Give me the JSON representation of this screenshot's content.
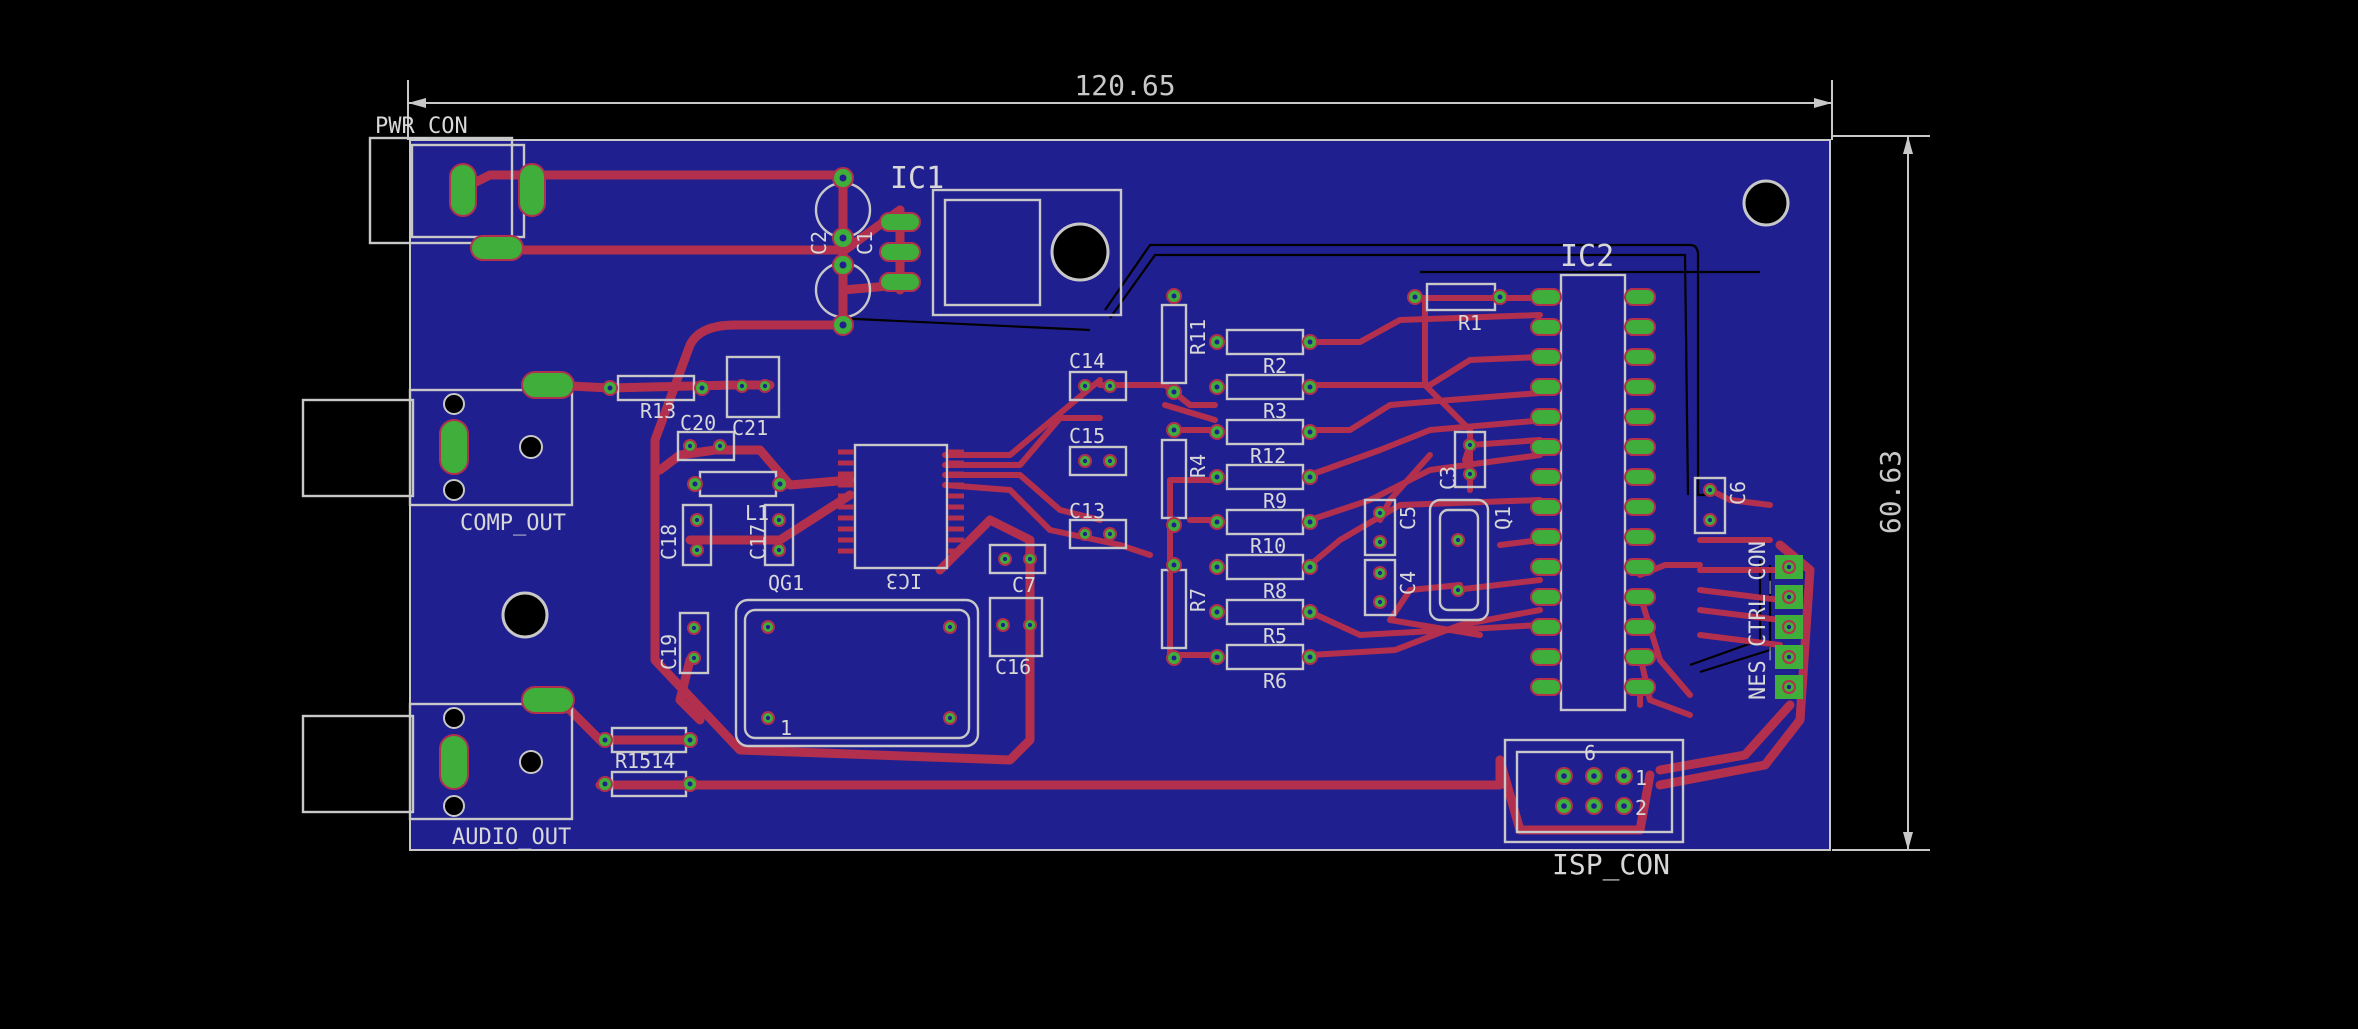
{
  "board": {
    "width_label": "120.65",
    "height_label": "60.63"
  },
  "colors": {
    "background": "#000000",
    "board": "#1f1f8f",
    "trace": "#b2304e",
    "pad": "#3fae3a",
    "silk": "#d8d8d8"
  },
  "labels": {
    "pwr_con": "PWR_CON",
    "ic1": "IC1",
    "ic2": "IC2",
    "ic3": "IC3",
    "comp_out": "COMP_OUT",
    "audio_out": "AUDIO_OUT",
    "isp_con": "ISP_CON",
    "nes_ctrl_con": "NES_CTRL_CON",
    "qg1": "QG1",
    "q1": "Q1",
    "r1": "R1",
    "r2": "R2",
    "r3": "R3",
    "r4": "R4",
    "r5": "R5",
    "r6": "R6",
    "r7": "R7",
    "r8": "R8",
    "r9": "R9",
    "r10": "R10",
    "r11": "R11",
    "r12": "R12",
    "r13": "R13",
    "r1514": "R1514",
    "c1": "C1",
    "c2": "C2",
    "c3": "C3",
    "c4": "C4",
    "c5": "C5",
    "c6": "C6",
    "c7": "C7",
    "c13": "C13",
    "c14": "C14",
    "c15": "C15",
    "c16": "C16",
    "c17": "C17",
    "c18": "C18",
    "c19": "C19",
    "c20": "C20",
    "c21": "C21",
    "l1": "L1",
    "qg1_pin1": "1",
    "isp_pin1": "1",
    "isp_pin2": "2",
    "isp_pin6": "6"
  }
}
